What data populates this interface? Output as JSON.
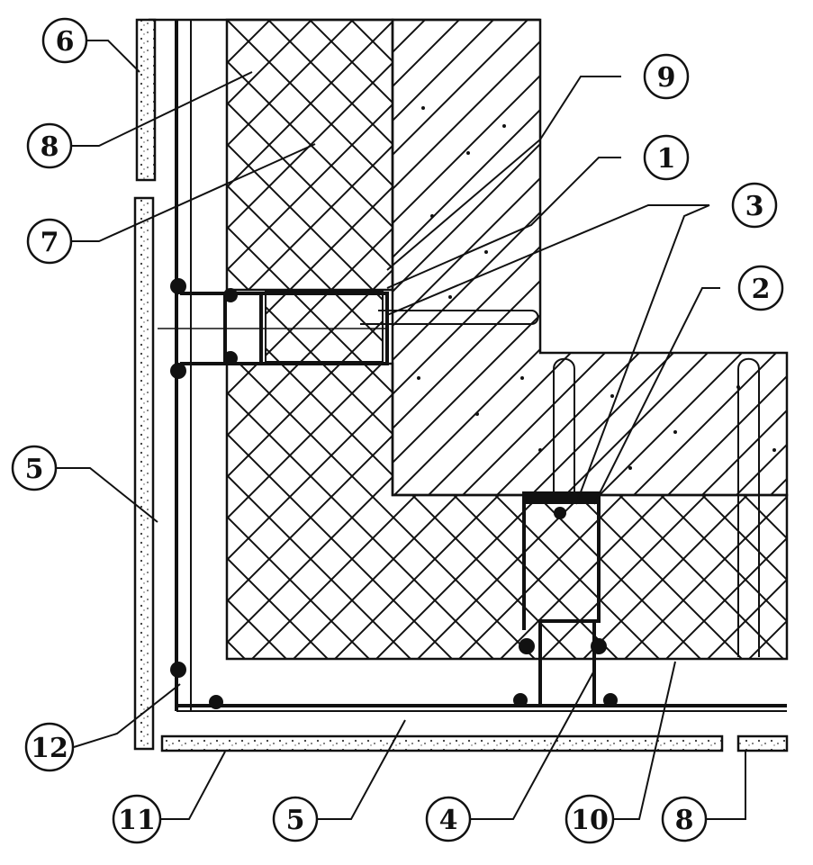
{
  "diagram": {
    "callouts": [
      {
        "id": "c6a",
        "label": "6"
      },
      {
        "id": "c9",
        "label": "9"
      },
      {
        "id": "c8a",
        "label": "8"
      },
      {
        "id": "c1",
        "label": "1"
      },
      {
        "id": "c3",
        "label": "3"
      },
      {
        "id": "c7",
        "label": "7"
      },
      {
        "id": "c2",
        "label": "2"
      },
      {
        "id": "c5a",
        "label": "5"
      },
      {
        "id": "c12",
        "label": "12"
      },
      {
        "id": "c11",
        "label": "11"
      },
      {
        "id": "c5b",
        "label": "5"
      },
      {
        "id": "c4",
        "label": "4"
      },
      {
        "id": "c10",
        "label": "10"
      },
      {
        "id": "c8b",
        "label": "8"
      }
    ]
  }
}
